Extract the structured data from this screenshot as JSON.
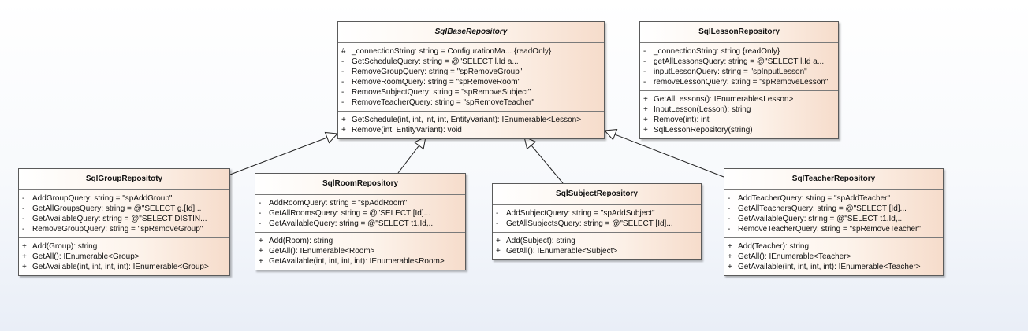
{
  "classes": [
    {
      "id": "sql-base-repository",
      "name": "SqlBaseRepository",
      "abstract": true,
      "attributes": [
        {
          "vis": "#",
          "text": "_connectionString: string = ConfigurationMa... {readOnly}"
        },
        {
          "vis": "-",
          "text": "GetScheduleQuery: string = @\"SELECT l.Id a..."
        },
        {
          "vis": "-",
          "text": "RemoveGroupQuery: string = \"spRemoveGroup\""
        },
        {
          "vis": "-",
          "text": "RemoveRoomQuery: string = \"spRemoveRoom\""
        },
        {
          "vis": "-",
          "text": "RemoveSubjectQuery: string = \"spRemoveSubject\""
        },
        {
          "vis": "-",
          "text": "RemoveTeacherQuery: string = \"spRemoveTeacher\""
        }
      ],
      "operations": [
        {
          "vis": "+",
          "text": "GetSchedule(int, int, int, int, EntityVariant): IEnumerable<Lesson>"
        },
        {
          "vis": "+",
          "text": "Remove(int, EntityVariant): void"
        }
      ]
    },
    {
      "id": "sql-lesson-repository",
      "name": "SqlLessonRepository",
      "abstract": false,
      "attributes": [
        {
          "vis": "-",
          "text": "_connectionString: string {readOnly}"
        },
        {
          "vis": "-",
          "text": "getAllLessonsQuery: string = @\"SELECT l.Id a..."
        },
        {
          "vis": "-",
          "text": "inputLessonQuery: string = \"spInputLesson\""
        },
        {
          "vis": "-",
          "text": "removeLessonQuery: string = \"spRemoveLesson\""
        }
      ],
      "operations": [
        {
          "vis": "+",
          "text": "GetAllLessons(): IEnumerable<Lesson>"
        },
        {
          "vis": "+",
          "text": "InputLesson(Lesson): string"
        },
        {
          "vis": "+",
          "text": "Remove(int): int"
        },
        {
          "vis": "+",
          "text": "SqlLessonRepository(string)"
        }
      ]
    },
    {
      "id": "sql-group-repository",
      "name": "SqlGroupRepositoty",
      "abstract": false,
      "attributes": [
        {
          "vis": "-",
          "text": "AddGroupQuery: string = \"spAddGroup\""
        },
        {
          "vis": "-",
          "text": "GetAllGroupsQuery: string = @\"SELECT g.[Id]..."
        },
        {
          "vis": "-",
          "text": "GetAvailableQuery: string = @\"SELECT DISTIN..."
        },
        {
          "vis": "-",
          "text": "RemoveGroupQuery: string = \"spRemoveGroup\""
        }
      ],
      "operations": [
        {
          "vis": "+",
          "text": "Add(Group): string"
        },
        {
          "vis": "+",
          "text": "GetAll(): IEnumerable<Group>"
        },
        {
          "vis": "+",
          "text": "GetAvailable(int, int, int, int): IEnumerable<Group>"
        }
      ]
    },
    {
      "id": "sql-room-repository",
      "name": "SqlRoomRepository",
      "abstract": false,
      "attributes": [
        {
          "vis": "-",
          "text": "AddRoomQuery: string = \"spAddRoom\""
        },
        {
          "vis": "-",
          "text": "GetAllRoomsQuery: string = @\"SELECT [Id]..."
        },
        {
          "vis": "-",
          "text": "GetAvailableQuery: string = @\"SELECT t1.Id,..."
        }
      ],
      "operations": [
        {
          "vis": "+",
          "text": "Add(Room): string"
        },
        {
          "vis": "+",
          "text": "GetAll(): IEnumerable<Room>"
        },
        {
          "vis": "+",
          "text": "GetAvailable(int, int, int, int): IEnumerable<Room>"
        }
      ]
    },
    {
      "id": "sql-subject-repository",
      "name": "SqlSubjectRepository",
      "abstract": false,
      "attributes": [
        {
          "vis": "-",
          "text": "AddSubjectQuery: string = \"spAddSubject\""
        },
        {
          "vis": "-",
          "text": "GetAllSubjectsQuery: string = @\"SELECT [Id]..."
        }
      ],
      "operations": [
        {
          "vis": "+",
          "text": "Add(Subject): string"
        },
        {
          "vis": "+",
          "text": "GetAll(): IEnumerable<Subject>"
        }
      ]
    },
    {
      "id": "sql-teacher-repository",
      "name": "SqlTeacherRepository",
      "abstract": false,
      "attributes": [
        {
          "vis": "-",
          "text": "AddTeacherQuery: string = \"spAddTeacher\""
        },
        {
          "vis": "-",
          "text": "GetAllTeachersQuery: string = @\"SELECT [Id]..."
        },
        {
          "vis": "-",
          "text": "GetAvailableQuery: string = @\"SELECT t1.Id,..."
        },
        {
          "vis": "-",
          "text": "RemoveTeacherQuery: string = \"spRemoveTeacher\""
        }
      ],
      "operations": [
        {
          "vis": "+",
          "text": "Add(Teacher): string"
        },
        {
          "vis": "+",
          "text": "GetAll(): IEnumerable<Teacher>"
        },
        {
          "vis": "+",
          "text": "GetAvailable(int, int, int, int): IEnumerable<Teacher>"
        }
      ]
    }
  ],
  "generalizations": [
    {
      "from": "sql-group-repository",
      "to": "sql-base-repository"
    },
    {
      "from": "sql-room-repository",
      "to": "sql-base-repository"
    },
    {
      "from": "sql-subject-repository",
      "to": "sql-base-repository"
    },
    {
      "from": "sql-teacher-repository",
      "to": "sql-base-repository"
    }
  ],
  "colors": {
    "class_border": "#5a5a5a",
    "class_fill_start": "#ffffff",
    "class_fill_end": "#f6dccb",
    "connector": "#222222",
    "background": "#f7f9fc"
  }
}
